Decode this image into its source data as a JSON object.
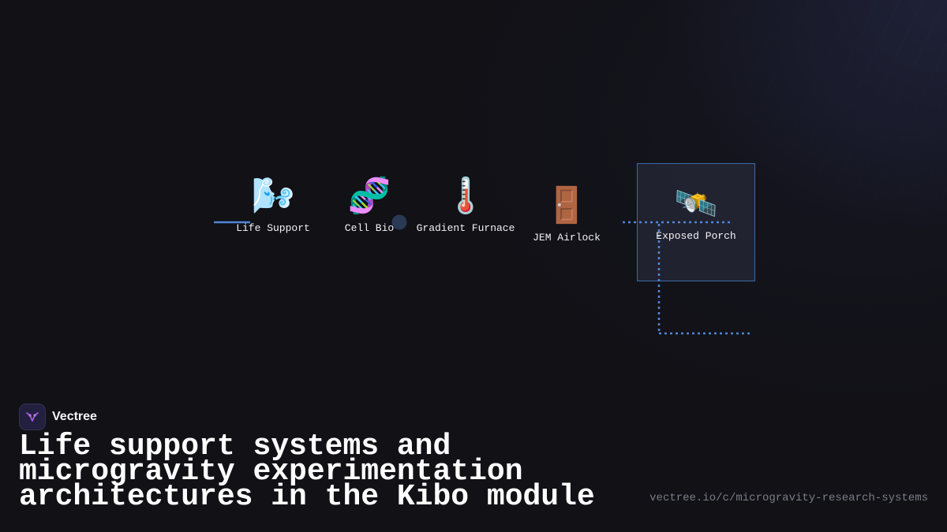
{
  "diagram": {
    "nodes": [
      {
        "id": "life-support",
        "icon": "wind-face-icon",
        "glyph": "🌬️",
        "label": "Life Support"
      },
      {
        "id": "cell-bio",
        "icon": "dna-icon",
        "glyph": "🧬",
        "label": "Cell Bio"
      },
      {
        "id": "gradient-furnace",
        "icon": "thermometer-icon",
        "glyph": "🌡️",
        "label": "Gradient Furnace"
      },
      {
        "id": "jem-airlock",
        "icon": "door-icon",
        "glyph": "🚪",
        "label": "JEM Airlock"
      },
      {
        "id": "exposed-porch",
        "icon": "satellite-icon",
        "glyph": "🛰️",
        "label": "Exposed Porch",
        "highlighted": true
      }
    ],
    "colors": {
      "connector": "#4f86d6",
      "highlight_border": "#3e6aa8",
      "highlight_fill": "#242634",
      "junction": "#2a3a55"
    }
  },
  "brand": {
    "name": "Vectree",
    "logo_icon": "vectree-logo-icon",
    "logo_color": "#a05bd8"
  },
  "title": "Life support systems and microgravity experimentation architectures in the Kibo module",
  "url": "vectree.io/c/microgravity-research-systems",
  "background": "#111116"
}
